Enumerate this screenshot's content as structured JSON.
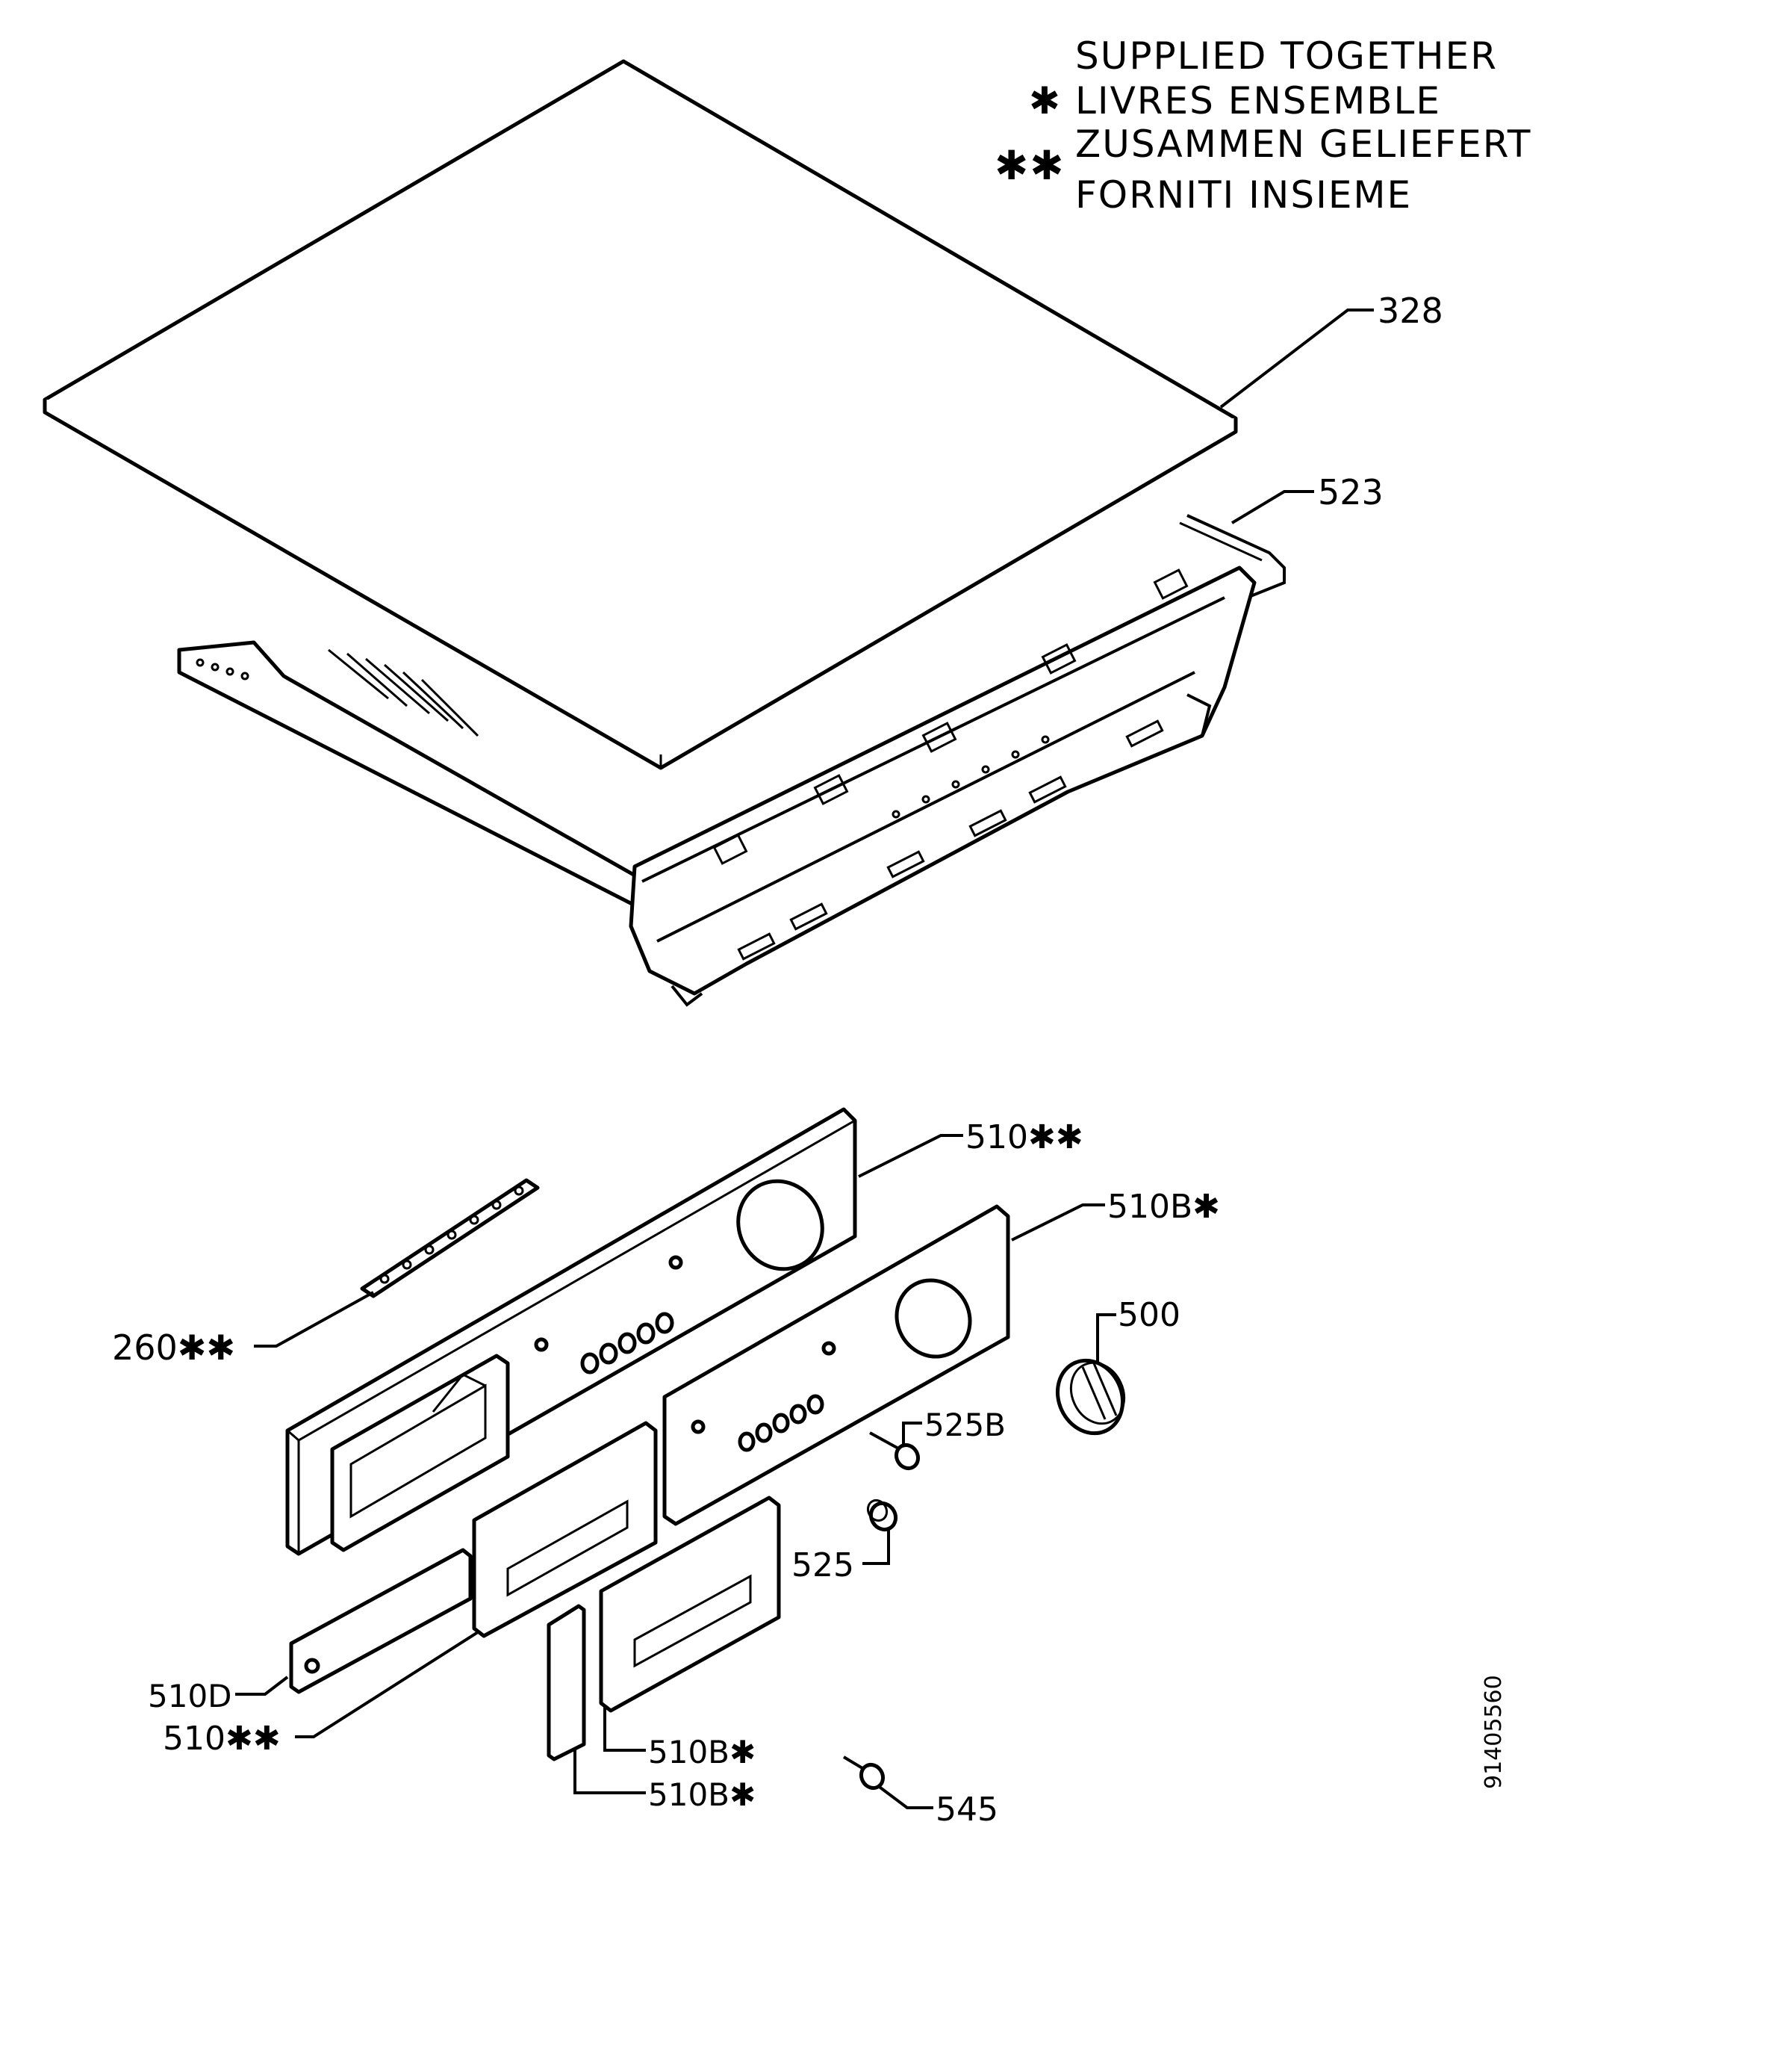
{
  "legend": {
    "line1": "SUPPLIED TOGETHER",
    "line2": "LIVRES ENSEMBLE",
    "line3": "ZUSAMMEN GELIEFERT",
    "line4": "FORNITI INSIEME",
    "single_mark": "✱",
    "double_mark": "✱✱"
  },
  "labels": {
    "p328": "328",
    "p523": "523",
    "p510_top": "510✱✱",
    "p510B_top": "510B✱",
    "p500": "500",
    "p260": "260✱✱",
    "p525B": "525B",
    "p525": "525",
    "p510D": "510D",
    "p510_bottom": "510✱✱",
    "p510B_mid": "510B✱",
    "p510B_low": "510B✱",
    "p545": "545"
  },
  "drawing_number": "91405560"
}
